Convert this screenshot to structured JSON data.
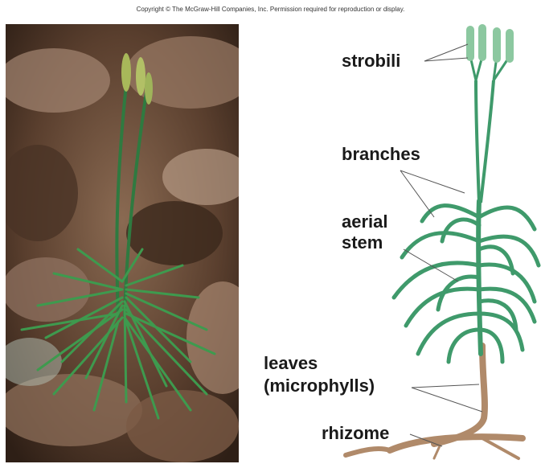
{
  "copyright": "Copyright © The McGraw-Hill Companies, Inc. Permission required for reproduction or display.",
  "labels": {
    "strobili": "strobili",
    "branches": "branches",
    "aerial_stem_line1": "aerial",
    "aerial_stem_line2": "stem",
    "leaves_line1": "leaves",
    "leaves_line2": "(microphylls)",
    "rhizome": "rhizome"
  },
  "colors": {
    "plant_green": "#3f9a6b",
    "strobili_green": "#8cc8a0",
    "rhizome_brown": "#b08a6a",
    "leaf_litter_brown": "#6b4a35"
  }
}
